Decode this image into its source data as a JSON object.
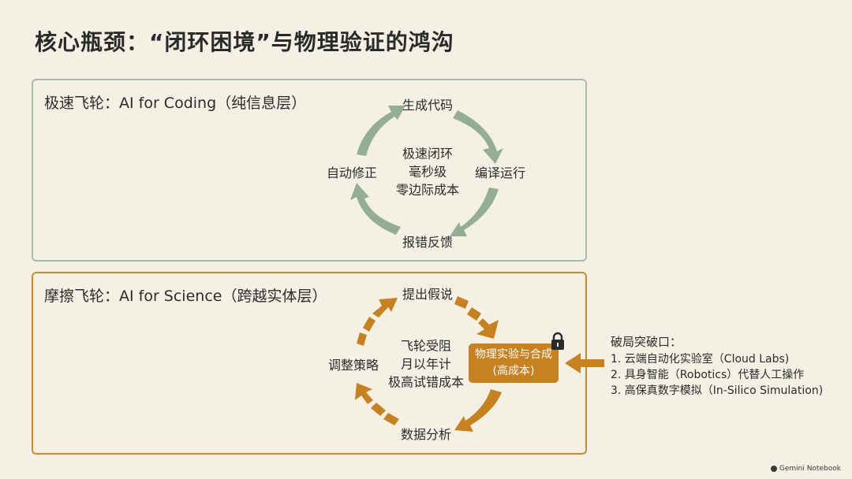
{
  "title": "核心瓶颈：“闭环困境”与物理验证的鸿沟",
  "colors": {
    "background": "#f4f1e4",
    "green_arrow": "#93ae93",
    "green_border": "#a9b9aa",
    "orange": "#c7821f",
    "orange_border": "#c98a2e"
  },
  "top_panel": {
    "title": "极速飞轮：AI for Coding（纯信息层）",
    "nodes": {
      "top": "生成代码",
      "right": "编译运行",
      "bottom": "报错反馈",
      "left": "自动修正"
    },
    "center_lines": [
      "极速闭环",
      "毫秒级",
      "零边际成本"
    ]
  },
  "bottom_panel": {
    "title": "摩擦飞轮：AI for Science（跨越实体层）",
    "nodes": {
      "top": "提出假说",
      "bottom": "数据分析",
      "left": "调整策略"
    },
    "box": {
      "line1": "物理实验与合成",
      "line2": "(高成本)",
      "icon": "lock-icon"
    },
    "center_lines": [
      "飞轮受阻",
      "月以年计",
      "极高试错成本"
    ]
  },
  "breakthrough": {
    "title": "破局突破口：",
    "items": [
      "1.  云端自动化实验室（Cloud Labs)",
      "2. 具身智能（Robotics）代替人工操作",
      "3. 高保真数字模拟（In-Silico Simulation)"
    ]
  },
  "watermark": "Gemini Notebook"
}
